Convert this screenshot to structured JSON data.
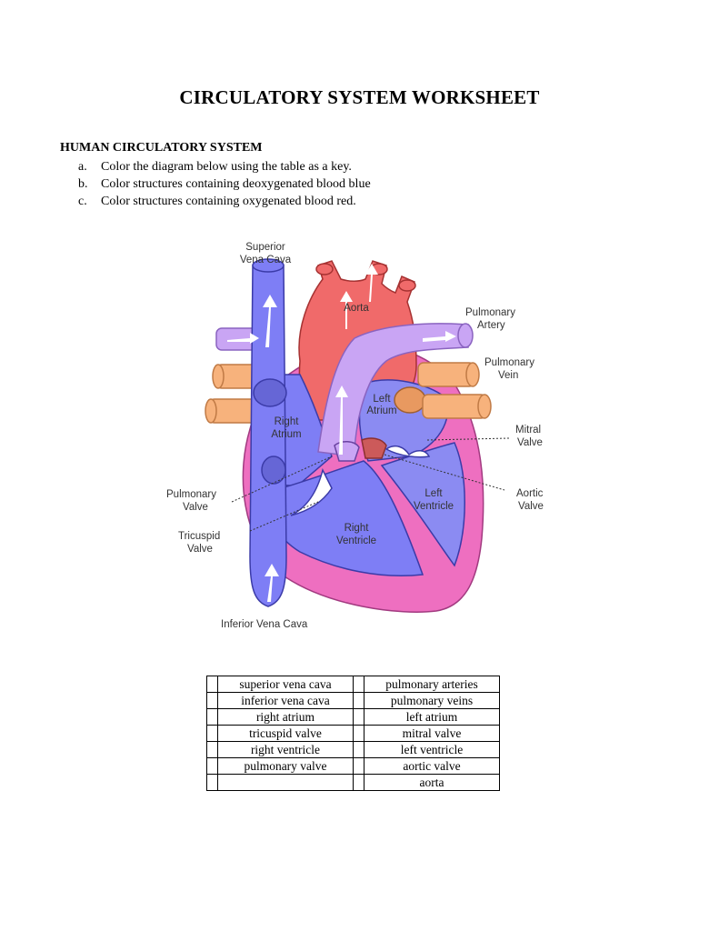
{
  "title": "CIRCULATORY SYSTEM WORKSHEET",
  "section": "HUMAN CIRCULATORY SYSTEM",
  "instructions": [
    {
      "marker": "a.",
      "text": "Color the diagram below using the table as a key."
    },
    {
      "marker": "b.",
      "text": "Color structures containing deoxygenated blood blue"
    },
    {
      "marker": "c.",
      "text": "Color structures containing oxygenated blood red."
    }
  ],
  "diagram_labels": {
    "superior_vena_cava": [
      "Superior",
      "Vena Cava"
    ],
    "aorta": "Aorta",
    "pulmonary_artery": [
      "Pulmonary",
      "Artery"
    ],
    "pulmonary_vein": [
      "Pulmonary",
      "Vein"
    ],
    "left_atrium": [
      "Left",
      "Atrium"
    ],
    "right_atrium": [
      "Right",
      "Atrium"
    ],
    "mitral_valve": [
      "Mitral",
      "Valve"
    ],
    "pulmonary_valve": [
      "Pulmonary",
      "Valve"
    ],
    "aortic_valve": [
      "Aortic",
      "Valve"
    ],
    "left_ventricle": [
      "Left",
      "Ventricle"
    ],
    "right_ventricle": [
      "Right",
      "Ventricle"
    ],
    "tricuspid_valve": [
      "Tricuspid",
      "Valve"
    ],
    "inferior_vena_cava": "Inferior Vena Cava"
  },
  "colors": {
    "deoxygenated": "#7e7ef5",
    "oxygenated": "#f06a6a",
    "pulmonary_artery": "#c9a5f4",
    "pulmonary_vein": "#f7b27c",
    "heart_wall": "#ee6fc0"
  },
  "key_table": [
    {
      "left": "superior vena cava",
      "right": "pulmonary arteries"
    },
    {
      "left": "inferior vena cava",
      "right": "pulmonary veins"
    },
    {
      "left": "right atrium",
      "right": "left atrium"
    },
    {
      "left": "tricuspid valve",
      "right": "mitral valve"
    },
    {
      "left": "right ventricle",
      "right": "left ventricle"
    },
    {
      "left": "pulmonary valve",
      "right": "aortic valve"
    },
    {
      "left": "",
      "right": "aorta"
    }
  ]
}
